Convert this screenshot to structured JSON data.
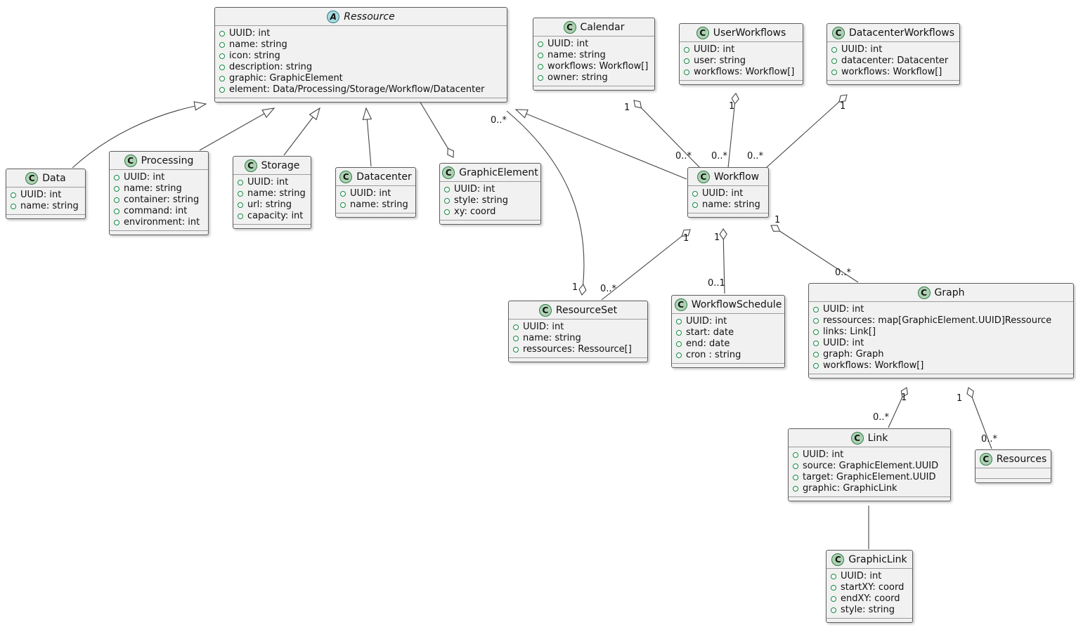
{
  "diagram": {
    "type": "uml-class-diagram",
    "tool_style": "plantuml"
  },
  "colors": {
    "class_fill": "#f1f1f1",
    "class_border": "#5e5e5e",
    "edge": "#454545",
    "class_circle_fill": "#ADD1B2",
    "abstract_circle_fill": "#A9DCDF",
    "field_dot": "#148a44"
  },
  "classes": [
    {
      "name": "Ressource",
      "badge": "A",
      "abstract": true,
      "attributes": [
        "UUID: int",
        "name: string",
        "icon: string",
        "description: string",
        "graphic: GraphicElement",
        "element: Data/Processing/Storage/Workflow/Datacenter"
      ]
    },
    {
      "name": "Calendar",
      "badge": "C",
      "abstract": false,
      "attributes": [
        "UUID: int",
        "name: string",
        "workflows: Workflow[]",
        "owner: string"
      ]
    },
    {
      "name": "UserWorkflows",
      "badge": "C",
      "abstract": false,
      "attributes": [
        "UUID: int",
        "user: string",
        "workflows: Workflow[]"
      ]
    },
    {
      "name": "DatacenterWorkflows",
      "badge": "C",
      "abstract": false,
      "attributes": [
        "UUID: int",
        "datacenter: Datacenter",
        "workflows: Workflow[]"
      ]
    },
    {
      "name": "Data",
      "badge": "C",
      "abstract": false,
      "attributes": [
        "UUID: int",
        "name: string"
      ]
    },
    {
      "name": "Processing",
      "badge": "C",
      "abstract": false,
      "attributes": [
        "UUID: int",
        "name: string",
        "container: string",
        "command: int",
        "environment: int"
      ]
    },
    {
      "name": "Storage",
      "badge": "C",
      "abstract": false,
      "attributes": [
        "UUID: int",
        "name: string",
        "url: string",
        "capacity: int"
      ]
    },
    {
      "name": "Datacenter",
      "badge": "C",
      "abstract": false,
      "attributes": [
        "UUID: int",
        "name: string"
      ]
    },
    {
      "name": "GraphicElement",
      "badge": "C",
      "abstract": false,
      "attributes": [
        "UUID: int",
        "style: string",
        "xy: coord"
      ]
    },
    {
      "name": "Workflow",
      "badge": "C",
      "abstract": false,
      "attributes": [
        "UUID: int",
        "name: string"
      ]
    },
    {
      "name": "ResourceSet",
      "badge": "C",
      "abstract": false,
      "attributes": [
        "UUID: int",
        "name: string",
        "ressources: Ressource[]"
      ]
    },
    {
      "name": "WorkflowSchedule",
      "badge": "C",
      "abstract": false,
      "attributes": [
        "UUID: int",
        "start: date",
        "end: date",
        "cron : string"
      ]
    },
    {
      "name": "Graph",
      "badge": "C",
      "abstract": false,
      "attributes": [
        "UUID: int",
        "ressources: map[GraphicElement.UUID]Ressource",
        "links: Link[]",
        "UUID: int",
        "graph: Graph",
        "workflows: Workflow[]"
      ]
    },
    {
      "name": "Link",
      "badge": "C",
      "abstract": false,
      "attributes": [
        "UUID: int",
        "source: GraphicElement.UUID",
        "target: GraphicElement.UUID",
        "graphic: GraphicLink"
      ]
    },
    {
      "name": "Resources",
      "badge": "C",
      "abstract": false,
      "attributes": []
    },
    {
      "name": "GraphicLink",
      "badge": "C",
      "abstract": false,
      "attributes": [
        "UUID: int",
        "startXY: coord",
        "endXY: coord",
        "style: string"
      ]
    }
  ],
  "relations": [
    {
      "from": "Data",
      "to": "Ressource",
      "type": "generalization"
    },
    {
      "from": "Processing",
      "to": "Ressource",
      "type": "generalization"
    },
    {
      "from": "Storage",
      "to": "Ressource",
      "type": "generalization"
    },
    {
      "from": "Datacenter",
      "to": "Ressource",
      "type": "generalization"
    },
    {
      "from": "Workflow",
      "to": "Ressource",
      "type": "generalization"
    },
    {
      "from": "Ressource",
      "to": "GraphicElement",
      "type": "aggregation"
    },
    {
      "from": "Calendar",
      "to": "Workflow",
      "type": "aggregation",
      "source_label": "1",
      "target_label": "0..*"
    },
    {
      "from": "UserWorkflows",
      "to": "Workflow",
      "type": "aggregation",
      "source_label": "1",
      "target_label": "0..*"
    },
    {
      "from": "DatacenterWorkflows",
      "to": "Workflow",
      "type": "aggregation",
      "source_label": "1",
      "target_label": "0..*"
    },
    {
      "from": "ResourceSet",
      "to": "Ressource",
      "type": "aggregation",
      "source_label": "1",
      "target_label": "0..*"
    },
    {
      "from": "Workflow",
      "to": "ResourceSet",
      "type": "aggregation",
      "source_label": "1",
      "target_label": "0..*"
    },
    {
      "from": "Workflow",
      "to": "WorkflowSchedule",
      "type": "aggregation",
      "source_label": "1",
      "target_label": "0..1"
    },
    {
      "from": "Workflow",
      "to": "Graph",
      "type": "aggregation",
      "source_label": "1",
      "target_label": "0..*"
    },
    {
      "from": "Graph",
      "to": "Link",
      "type": "aggregation",
      "source_label": "1",
      "target_label": "0..*"
    },
    {
      "from": "Graph",
      "to": "Resources",
      "type": "aggregation",
      "source_label": "1",
      "target_label": "0..*"
    },
    {
      "from": "Link",
      "to": "GraphicLink",
      "type": "association"
    }
  ]
}
